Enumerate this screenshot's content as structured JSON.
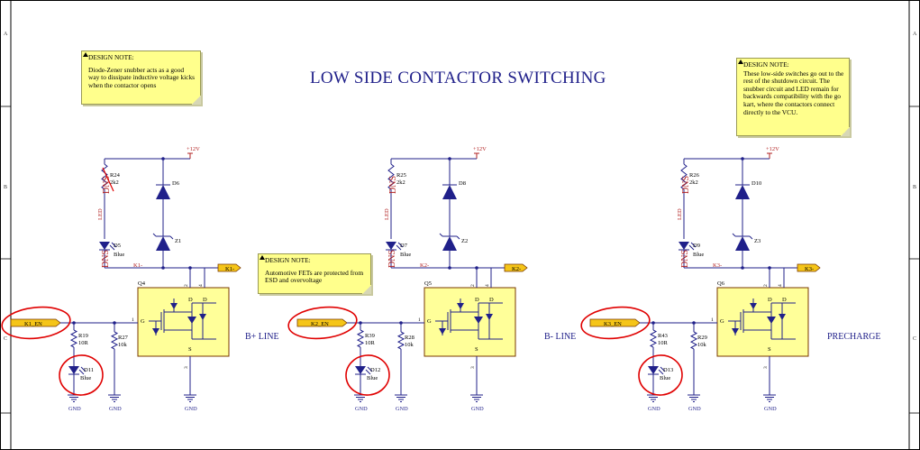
{
  "title": "LOW SIDE CONTACTOR SWITCHING",
  "notes": [
    {
      "title": "DESIGN NOTE:",
      "body": "Diode-Zener snubber acts as a good way to dissipate inductive voltage kicks when the contactor opens"
    },
    {
      "title": "DESIGN NOTE:",
      "body": "Automotive FETs are protected from ESD and overvoltage"
    },
    {
      "title": "DESIGN NOTE:",
      "body": "These low-side switches go out to the rest of the shutdown circuit. The snubber circuit and LED remain for backwards compatibility with the go kart, where the contactors connect directly to the VCU."
    }
  ],
  "zones": {
    "a": "A",
    "b": "B",
    "c": "C"
  },
  "common": {
    "supply": "+12V",
    "gnd": "GND",
    "dns": "DNS",
    "led_label": "LED",
    "pins": {
      "p1": "1",
      "p2": "2",
      "p3": "3",
      "p4": "4",
      "g": "G",
      "d": "D",
      "s": "S"
    }
  },
  "channels": [
    {
      "line_label": "B+ LINE",
      "net_en": "K1_EN",
      "net_minus": "K1-",
      "q": "Q4",
      "r_led": "R24",
      "r_led_val": "2k2",
      "d_flyback": "D6",
      "zener": "Z1",
      "d_led": "D5",
      "d_led_val": "Blue",
      "r_gate": "R19",
      "r_gate_val": "10R",
      "d_esd": "D11",
      "d_esd_val": "Blue",
      "r_pd": "R27",
      "r_pd_val": "10k"
    },
    {
      "line_label": "B- LINE",
      "net_en": "K2_EN",
      "net_minus": "K2-",
      "q": "Q5",
      "r_led": "R25",
      "r_led_val": "2k2",
      "d_flyback": "D8",
      "zener": "Z2",
      "d_led": "D7",
      "d_led_val": "Blue",
      "r_gate": "R39",
      "r_gate_val": "10R",
      "d_esd": "D12",
      "d_esd_val": "Blue",
      "r_pd": "R28",
      "r_pd_val": "10k"
    },
    {
      "line_label": "PRECHARGE",
      "net_en": "K3_EN",
      "net_minus": "K3-",
      "q": "Q6",
      "r_led": "R26",
      "r_led_val": "2k2",
      "d_flyback": "D10",
      "zener": "Z3",
      "d_led": "D9",
      "d_led_val": "Blue",
      "r_gate": "R43",
      "r_gate_val": "10R",
      "d_esd": "D13",
      "d_esd_val": "Blue",
      "r_pd": "R29",
      "r_pd_val": "10k"
    }
  ],
  "colors": {
    "wire": "#20208a",
    "power": "#b22222",
    "fet_fill": "#ffff99",
    "fet_stroke": "#7a3a00",
    "port_fill": "#f5c518",
    "markup": "#e00000"
  }
}
